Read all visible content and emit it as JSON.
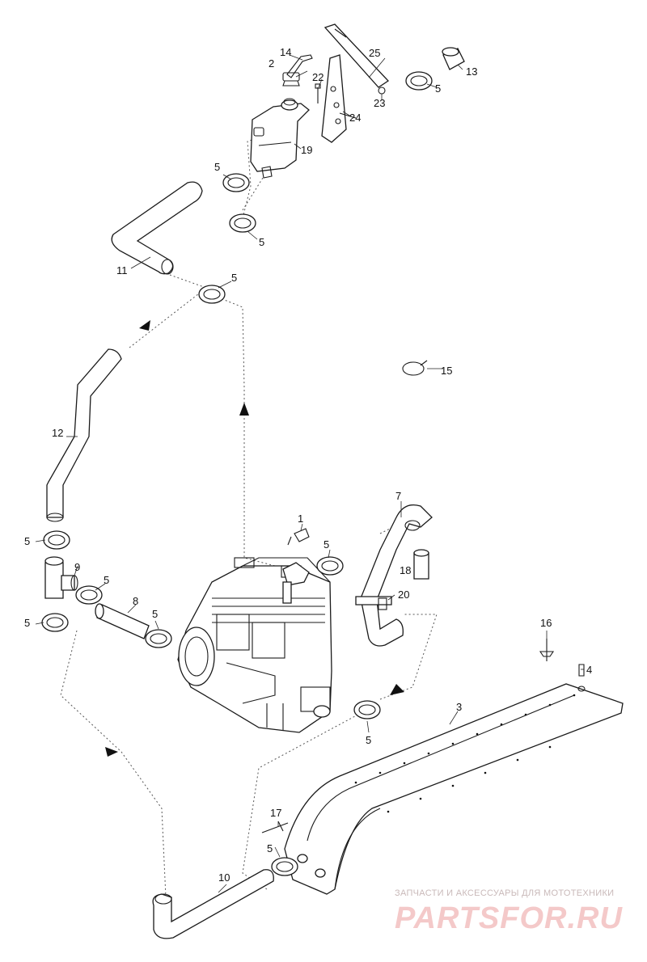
{
  "parts": {
    "p1": "1",
    "p2": "2",
    "p3": "3",
    "p4": "4",
    "p5": "5",
    "p7": "7",
    "p8": "8",
    "p9": "9",
    "p10": "10",
    "p11": "11",
    "p12": "12",
    "p13": "13",
    "p14": "14",
    "p15": "15",
    "p16": "16",
    "p17": "17",
    "p18": "18",
    "p19": "19",
    "p20": "20",
    "p22": "22",
    "p23": "23",
    "p24": "24",
    "p25": "25"
  },
  "watermark": {
    "tagline": "ЗАПЧАСТИ И АКСЕССУАРЫ ДЛЯ МОТОТЕХНИКИ",
    "brand": "PARTSFOR.RU"
  },
  "icons": [
    "engine-icon",
    "reservoir-icon",
    "hose-clamp-icon",
    "bracket-icon",
    "tunnel-heat-exchanger-icon"
  ]
}
